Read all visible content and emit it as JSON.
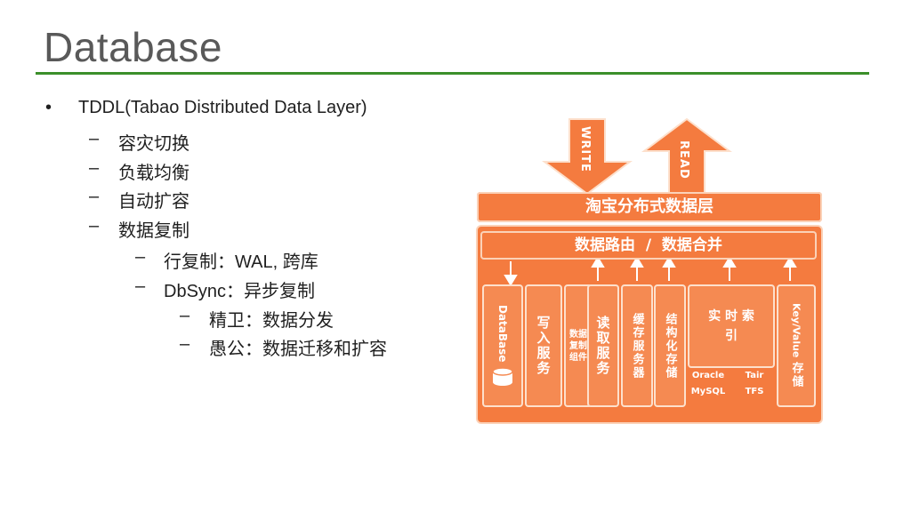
{
  "slide": {
    "title": "Database",
    "bullets": [
      {
        "level": 1,
        "marker": "•",
        "text": "TDDL(Tabao Distributed Data Layer)"
      },
      {
        "level": 2,
        "marker": "–",
        "text": "容灾切换"
      },
      {
        "level": 2,
        "marker": "–",
        "text": "负载均衡"
      },
      {
        "level": 2,
        "marker": "–",
        "text": "自动扩容"
      },
      {
        "level": 2,
        "marker": "–",
        "text": "数据复制"
      },
      {
        "level": 3,
        "marker": "–",
        "text": "行复制：WAL, 跨库"
      },
      {
        "level": 3,
        "marker": "–",
        "text": "DbSync：异步复制"
      },
      {
        "level": 4,
        "marker": "–",
        "text": "精卫：数据分发"
      },
      {
        "level": 4,
        "marker": "–",
        "text": "愚公：数据迁移和扩容"
      }
    ]
  },
  "diagram": {
    "write_arrow": "WRITE",
    "read_arrow": "READ",
    "top_layer": "淘宝分布式数据层",
    "route_merge": "数据路由  /  数据合并",
    "database": "DataBase",
    "write_service": "写入服务",
    "sync_component": "数据复制组件",
    "read_service": "读取服务",
    "cache_service": "缓存服务器",
    "structured_storage": "结构化存储",
    "realtime_index": "实 时 索 引",
    "kv_storage_title": "Key/Value",
    "kv_storage_suffix": "存储",
    "oracle_label": "Oracle",
    "mysql_label": "MySQL",
    "tair_label": "Tair",
    "tfs_label": "TFS"
  }
}
